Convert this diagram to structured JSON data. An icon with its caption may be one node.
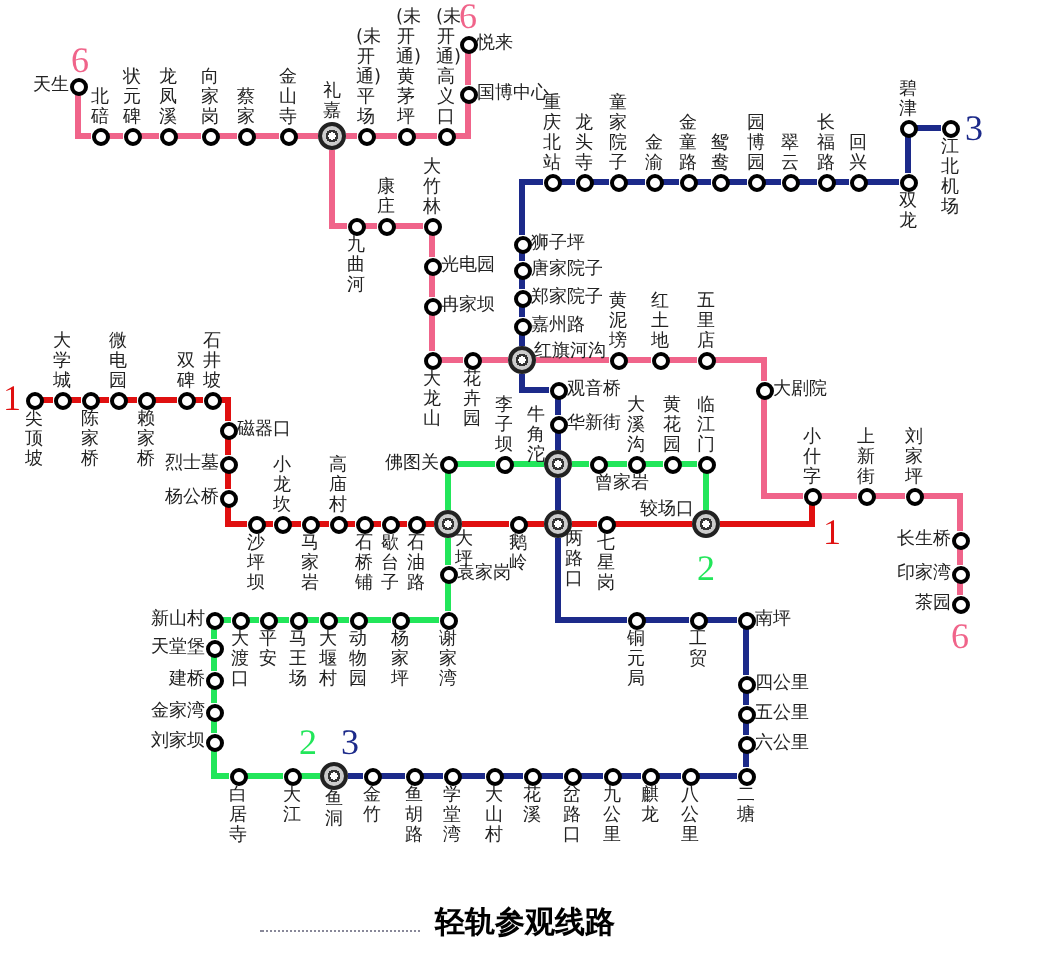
{
  "diagram": {
    "title": "轻轨参观线路",
    "nodes": [
      {
        "text": [
          "天生"
        ]
      },
      {
        "text": [
          "北碚"
        ]
      },
      {
        "text": [
          "状元碑"
        ]
      },
      {
        "text": [
          "龙凤溪"
        ]
      },
      {
        "text": [
          "向家岗"
        ]
      },
      {
        "text": [
          "蔡家"
        ]
      },
      {
        "text": [
          "金山寺"
        ]
      },
      {
        "text": [
          "礼嘉"
        ]
      },
      {
        "text": [
          "(未开通)平场"
        ]
      },
      {
        "text": [
          "(未开通)黄茅坪"
        ]
      },
      {
        "text": [
          "(未开通)高义口"
        ]
      },
      {
        "text": [
          "悦来"
        ]
      },
      {
        "text": [
          "国博中心"
        ]
      },
      {
        "text": [
          "九曲河"
        ]
      },
      {
        "text": [
          "康庄"
        ]
      },
      {
        "text": [
          "大竹林"
        ]
      },
      {
        "text": [
          "光电园"
        ]
      },
      {
        "text": [
          "冉家坝"
        ]
      },
      {
        "text": [
          "大龙山"
        ]
      },
      {
        "text": [
          "花卉园"
        ]
      },
      {
        "text": [
          "红旗河沟"
        ]
      },
      {
        "text": [
          "黄泥塝"
        ]
      },
      {
        "text": [
          "红土地"
        ]
      },
      {
        "text": [
          "五里店"
        ]
      },
      {
        "text": [
          "大剧院"
        ]
      },
      {
        "text": [
          "小什字"
        ]
      },
      {
        "text": [
          "上新街"
        ]
      },
      {
        "text": [
          "刘家坪"
        ]
      },
      {
        "text": [
          "长生桥"
        ]
      },
      {
        "text": [
          "印家湾"
        ]
      },
      {
        "text": [
          "茶园"
        ]
      },
      {
        "text": [
          "重庆北站"
        ]
      },
      {
        "text": [
          "龙头寺"
        ]
      },
      {
        "text": [
          "童家院子"
        ]
      },
      {
        "text": [
          "金渝"
        ]
      },
      {
        "text": [
          "金童路"
        ]
      },
      {
        "text": [
          "鸳鸯"
        ]
      },
      {
        "text": [
          "园博园"
        ]
      },
      {
        "text": [
          "翠云"
        ]
      },
      {
        "text": [
          "长福路"
        ]
      },
      {
        "text": [
          "回兴"
        ]
      },
      {
        "text": [
          "双龙"
        ]
      },
      {
        "text": [
          "碧津"
        ]
      },
      {
        "text": [
          "江北机场"
        ]
      },
      {
        "text": [
          "狮子坪"
        ]
      },
      {
        "text": [
          "唐家院子"
        ]
      },
      {
        "text": [
          "郑家院子"
        ]
      },
      {
        "text": [
          "嘉州路"
        ]
      },
      {
        "text": [
          "观音桥"
        ]
      },
      {
        "text": [
          "华新街"
        ]
      },
      {
        "text": [
          "牛角沱"
        ]
      },
      {
        "text": [
          "两路口"
        ]
      },
      {
        "text": [
          "铜元局"
        ]
      },
      {
        "text": [
          "工贸"
        ]
      },
      {
        "text": [
          "南坪"
        ]
      },
      {
        "text": [
          "四公里"
        ]
      },
      {
        "text": [
          "五公里"
        ]
      },
      {
        "text": [
          "六公里"
        ]
      },
      {
        "text": [
          "二塘"
        ]
      },
      {
        "text": [
          "八公里"
        ]
      },
      {
        "text": [
          "麒龙"
        ]
      },
      {
        "text": [
          "九公里"
        ]
      },
      {
        "text": [
          "岔路口"
        ]
      },
      {
        "text": [
          "花溪"
        ]
      },
      {
        "text": [
          "大山村"
        ]
      },
      {
        "text": [
          "学堂湾"
        ]
      },
      {
        "text": [
          "鱼胡路"
        ]
      },
      {
        "text": [
          "金竹"
        ]
      },
      {
        "text": [
          "鱼洞"
        ]
      },
      {
        "text": [
          "尖顶坡"
        ]
      },
      {
        "text": [
          "大学城"
        ]
      },
      {
        "text": [
          "陈家桥"
        ]
      },
      {
        "text": [
          "微电园"
        ]
      },
      {
        "text": [
          "赖家桥"
        ]
      },
      {
        "text": [
          "双碑"
        ]
      },
      {
        "text": [
          "石井坡"
        ]
      },
      {
        "text": [
          "磁器口"
        ]
      },
      {
        "text": [
          "烈士墓"
        ]
      },
      {
        "text": [
          "杨公桥"
        ]
      },
      {
        "text": [
          "沙坪坝"
        ]
      },
      {
        "text": [
          "小龙坎"
        ]
      },
      {
        "text": [
          "马家岩"
        ]
      },
      {
        "text": [
          "高庙村"
        ]
      },
      {
        "text": [
          "石桥铺"
        ]
      },
      {
        "text": [
          "歇台子"
        ]
      },
      {
        "text": [
          "石油路"
        ]
      },
      {
        "text": [
          "大坪"
        ]
      },
      {
        "text": [
          "鹅岭"
        ]
      },
      {
        "text": [
          "七星岗"
        ]
      },
      {
        "text": [
          "较场口"
        ]
      },
      {
        "text": [
          "临江门"
        ]
      },
      {
        "text": [
          "黄花园"
        ]
      },
      {
        "text": [
          "大溪沟"
        ]
      },
      {
        "text": [
          "曾家岩"
        ]
      },
      {
        "text": [
          "李子坝"
        ]
      },
      {
        "text": [
          "佛图关"
        ]
      },
      {
        "text": [
          "袁家岗"
        ]
      },
      {
        "text": [
          "谢家湾"
        ]
      },
      {
        "text": [
          "杨家坪"
        ]
      },
      {
        "text": [
          "动物园"
        ]
      },
      {
        "text": [
          "大堰村"
        ]
      },
      {
        "text": [
          "马王场"
        ]
      },
      {
        "text": [
          "平安"
        ]
      },
      {
        "text": [
          "大渡口"
        ]
      },
      {
        "text": [
          "新山村"
        ]
      },
      {
        "text": [
          "天堂堡"
        ]
      },
      {
        "text": [
          "建桥"
        ]
      },
      {
        "text": [
          "金家湾"
        ]
      },
      {
        "text": [
          "刘家坝"
        ]
      },
      {
        "text": [
          "白居寺"
        ]
      },
      {
        "text": [
          "大江"
        ]
      }
    ],
    "edges": [
      {
        "from": 0,
        "to": 1,
        "arrow": "none",
        "color": "#f0648a"
      },
      {
        "from": 1,
        "to": 2,
        "arrow": "none",
        "color": "#f0648a"
      },
      {
        "from": 2,
        "to": 3,
        "arrow": "none",
        "color": "#f0648a"
      },
      {
        "from": 3,
        "to": 4,
        "arrow": "none",
        "color": "#f0648a"
      },
      {
        "from": 4,
        "to": 5,
        "arrow": "none",
        "color": "#f0648a"
      },
      {
        "from": 5,
        "to": 6,
        "arrow": "none",
        "color": "#f0648a"
      },
      {
        "from": 6,
        "to": 7,
        "arrow": "none",
        "color": "#f0648a"
      },
      {
        "from": 7,
        "to": 8,
        "arrow": "none",
        "color": "#f0648a"
      },
      {
        "from": 8,
        "to": 9,
        "arrow": "none",
        "color": "#f0648a"
      },
      {
        "from": 9,
        "to": 10,
        "arrow": "none",
        "color": "#f0648a"
      },
      {
        "from": 10,
        "to": 12,
        "arrow": "none",
        "color": "#f0648a"
      },
      {
        "from": 12,
        "to": 11,
        "arrow": "none",
        "color": "#f0648a"
      },
      {
        "from": 7,
        "to": 13,
        "arrow": "none",
        "color": "#f0648a"
      },
      {
        "from": 13,
        "to": 14,
        "arrow": "none",
        "color": "#f0648a"
      },
      {
        "from": 14,
        "to": 15,
        "arrow": "none",
        "color": "#f0648a"
      },
      {
        "from": 15,
        "to": 16,
        "arrow": "none",
        "color": "#f0648a"
      },
      {
        "from": 16,
        "to": 17,
        "arrow": "none",
        "color": "#f0648a"
      },
      {
        "from": 17,
        "to": 18,
        "arrow": "none",
        "color": "#f0648a"
      },
      {
        "from": 18,
        "to": 19,
        "arrow": "none",
        "color": "#f0648a"
      },
      {
        "from": 19,
        "to": 20,
        "arrow": "none",
        "color": "#f0648a"
      },
      {
        "from": 20,
        "to": 21,
        "arrow": "none",
        "color": "#f0648a"
      },
      {
        "from": 21,
        "to": 22,
        "arrow": "none",
        "color": "#f0648a"
      },
      {
        "from": 22,
        "to": 23,
        "arrow": "none",
        "color": "#f0648a"
      },
      {
        "from": 23,
        "to": 24,
        "arrow": "none",
        "color": "#f0648a"
      },
      {
        "from": 24,
        "to": 25,
        "arrow": "none",
        "color": "#f0648a"
      },
      {
        "from": 25,
        "to": 26,
        "arrow": "none",
        "color": "#f0648a"
      },
      {
        "from": 26,
        "to": 27,
        "arrow": "none",
        "color": "#f0648a"
      },
      {
        "from": 27,
        "to": 28,
        "arrow": "none",
        "color": "#f0648a"
      },
      {
        "from": 28,
        "to": 29,
        "arrow": "none",
        "color": "#f0648a"
      },
      {
        "from": 29,
        "to": 30,
        "arrow": "none",
        "color": "#f0648a"
      },
      {
        "from": 20,
        "to": 47,
        "arrow": "none"
      },
      {
        "from": 47,
        "to": 46,
        "arrow": "none"
      },
      {
        "from": 46,
        "to": 45,
        "arrow": "none"
      },
      {
        "from": 45,
        "to": 44,
        "arrow": "none"
      },
      {
        "from": 44,
        "to": 31,
        "arrow": "none"
      },
      {
        "from": 31,
        "to": 32,
        "arrow": "none"
      },
      {
        "from": 32,
        "to": 33,
        "arrow": "none"
      },
      {
        "from": 33,
        "to": 34,
        "arrow": "none"
      },
      {
        "from": 34,
        "to": 35,
        "arrow": "none"
      },
      {
        "from": 35,
        "to": 36,
        "arrow": "none"
      },
      {
        "from": 36,
        "to": 37,
        "arrow": "none"
      },
      {
        "from": 37,
        "to": 38,
        "arrow": "none"
      },
      {
        "from": 38,
        "to": 39,
        "arrow": "none"
      },
      {
        "from": 39,
        "to": 40,
        "arrow": "none"
      },
      {
        "from": 40,
        "to": 41,
        "arrow": "none"
      },
      {
        "from": 41,
        "to": 42,
        "arrow": "none"
      },
      {
        "from": 42,
        "to": 43,
        "arrow": "none"
      },
      {
        "from": 20,
        "to": 48,
        "arrow": "none"
      },
      {
        "from": 48,
        "to": 49,
        "arrow": "none"
      },
      {
        "from": 49,
        "to": 50,
        "arrow": "none"
      },
      {
        "from": 50,
        "to": 51,
        "arrow": "none"
      },
      {
        "from": 51,
        "to": 52,
        "arrow": "none"
      },
      {
        "from": 52,
        "to": 53,
        "arrow": "none"
      },
      {
        "from": 53,
        "to": 54,
        "arrow": "none"
      },
      {
        "from": 54,
        "to": 55,
        "arrow": "none"
      },
      {
        "from": 55,
        "to": 56,
        "arrow": "none"
      },
      {
        "from": 56,
        "to": 57,
        "arrow": "none"
      },
      {
        "from": 57,
        "to": 58,
        "arrow": "none"
      },
      {
        "from": 58,
        "to": 59,
        "arrow": "none"
      },
      {
        "from": 59,
        "to": 60,
        "arrow": "none"
      },
      {
        "from": 60,
        "to": 61,
        "arrow": "none"
      },
      {
        "from": 61,
        "to": 62,
        "arrow": "none"
      },
      {
        "from": 62,
        "to": 63,
        "arrow": "none"
      },
      {
        "from": 63,
        "to": 64,
        "arrow": "none"
      },
      {
        "from": 64,
        "to": 65,
        "arrow": "none"
      },
      {
        "from": 65,
        "to": 66,
        "arrow": "none"
      },
      {
        "from": 66,
        "to": 67,
        "arrow": "none"
      },
      {
        "from": 67,
        "to": 68,
        "arrow": "none"
      },
      {
        "from": 69,
        "to": 70,
        "arrow": "none",
        "color": "#e01010"
      },
      {
        "from": 70,
        "to": 71,
        "arrow": "none",
        "color": "#e01010"
      },
      {
        "from": 71,
        "to": 72,
        "arrow": "none",
        "color": "#e01010"
      },
      {
        "from": 72,
        "to": 73,
        "arrow": "none",
        "color": "#e01010"
      },
      {
        "from": 73,
        "to": 74,
        "arrow": "none",
        "color": "#e01010"
      },
      {
        "from": 74,
        "to": 75,
        "arrow": "none",
        "color": "#e01010"
      },
      {
        "from": 75,
        "to": 76,
        "arrow": "none",
        "color": "#e01010"
      },
      {
        "from": 76,
        "to": 77,
        "arrow": "none",
        "color": "#e01010"
      },
      {
        "from": 77,
        "to": 78,
        "arrow": "none",
        "color": "#e01010"
      },
      {
        "from": 78,
        "to": 79,
        "arrow": "none",
        "color": "#e01010"
      },
      {
        "from": 79,
        "to": 80,
        "arrow": "none",
        "color": "#e01010"
      },
      {
        "from": 80,
        "to": 81,
        "arrow": "none",
        "color": "#e01010"
      },
      {
        "from": 81,
        "to": 82,
        "arrow": "none",
        "color": "#e01010"
      },
      {
        "from": 82,
        "to": 83,
        "arrow": "none",
        "color": "#e01010"
      },
      {
        "from": 83,
        "to": 84,
        "arrow": "none",
        "color": "#e01010"
      },
      {
        "from": 84,
        "to": 85,
        "arrow": "none",
        "color": "#e01010"
      },
      {
        "from": 85,
        "to": 86,
        "arrow": "none",
        "color": "#e01010"
      },
      {
        "from": 86,
        "to": 87,
        "arrow": "none",
        "color": "#e01010"
      },
      {
        "from": 87,
        "to": 51,
        "arrow": "none",
        "color": "#e01010"
      },
      {
        "from": 51,
        "to": 88,
        "arrow": "none",
        "color": "#e01010"
      },
      {
        "from": 88,
        "to": 89,
        "arrow": "none",
        "color": "#e01010"
      },
      {
        "from": 89,
        "to": 25,
        "arrow": "none",
        "color": "#e01010"
      },
      {
        "from": 89,
        "to": 90,
        "arrow": "none",
        "color": "#22e65a"
      },
      {
        "from": 90,
        "to": 91,
        "arrow": "none",
        "color": "#22e65a"
      },
      {
        "from": 91,
        "to": 92,
        "arrow": "none",
        "color": "#22e65a"
      },
      {
        "from": 92,
        "to": 93,
        "arrow": "none",
        "color": "#22e65a"
      },
      {
        "from": 93,
        "to": 50,
        "arrow": "none",
        "color": "#22e65a"
      },
      {
        "from": 50,
        "to": 94,
        "arrow": "none",
        "color": "#22e65a"
      },
      {
        "from": 94,
        "to": 95,
        "arrow": "none",
        "color": "#22e65a"
      },
      {
        "from": 95,
        "to": 86,
        "arrow": "none",
        "color": "#22e65a"
      },
      {
        "from": 86,
        "to": 96,
        "arrow": "none",
        "color": "#22e65a"
      },
      {
        "from": 96,
        "to": 97,
        "arrow": "none",
        "color": "#22e65a"
      },
      {
        "from": 97,
        "to": 98,
        "arrow": "none",
        "color": "#22e65a"
      },
      {
        "from": 98,
        "to": 99,
        "arrow": "none",
        "color": "#22e65a"
      },
      {
        "from": 99,
        "to": 100,
        "arrow": "none",
        "color": "#22e65a"
      },
      {
        "from": 100,
        "to": 101,
        "arrow": "none",
        "color": "#22e65a"
      },
      {
        "from": 101,
        "to": 102,
        "arrow": "none",
        "color": "#22e65a"
      },
      {
        "from": 102,
        "to": 103,
        "arrow": "none",
        "color": "#22e65a"
      },
      {
        "from": 103,
        "to": 104,
        "arrow": "none",
        "color": "#22e65a"
      },
      {
        "from": 104,
        "to": 105,
        "arrow": "none",
        "color": "#22e65a"
      },
      {
        "from": 105,
        "to": 106,
        "arrow": "none",
        "color": "#22e65a"
      },
      {
        "from": 106,
        "to": 107,
        "arrow": "none",
        "color": "#22e65a"
      },
      {
        "from": 107,
        "to": 108,
        "arrow": "none",
        "color": "#22e65a"
      },
      {
        "from": 108,
        "to": 109,
        "arrow": "none",
        "color": "#22e65a"
      },
      {
        "from": 109,
        "to": 110,
        "arrow": "none",
        "color": "#22e65a"
      },
      {
        "from": 110,
        "to": 68,
        "arrow": "none",
        "color": "#22e65a"
      }
    ],
    "labels": [
      "6",
      "6",
      "3",
      "1",
      "1",
      "2",
      "6",
      "2",
      "3"
    ]
  }
}
